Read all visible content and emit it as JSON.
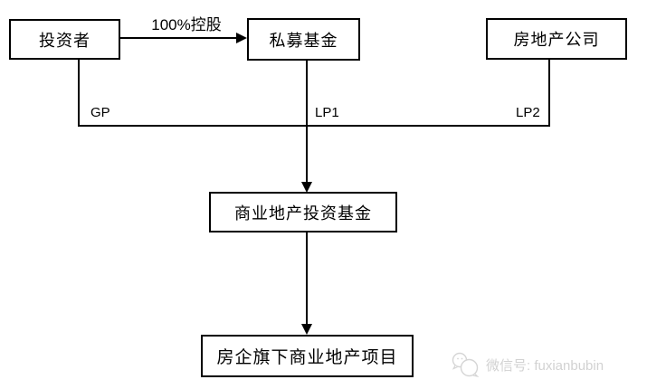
{
  "diagram": {
    "nodes": {
      "investor": "投资者",
      "private_fund": "私募基金",
      "real_estate_company": "房地产公司",
      "commercial_fund": "商业地产投资基金",
      "project": "房企旗下商业地产项目"
    },
    "edge_labels": {
      "holding": "100%控股",
      "gp": "GP",
      "lp1": "LP1",
      "lp2": "LP2"
    }
  },
  "watermark": {
    "icon": "wechat-icon",
    "text": "微信号: fuxianbubin",
    "color": "#d2d2d2"
  },
  "colors": {
    "line": "#000000",
    "box_border": "#000000",
    "background": "#ffffff"
  }
}
